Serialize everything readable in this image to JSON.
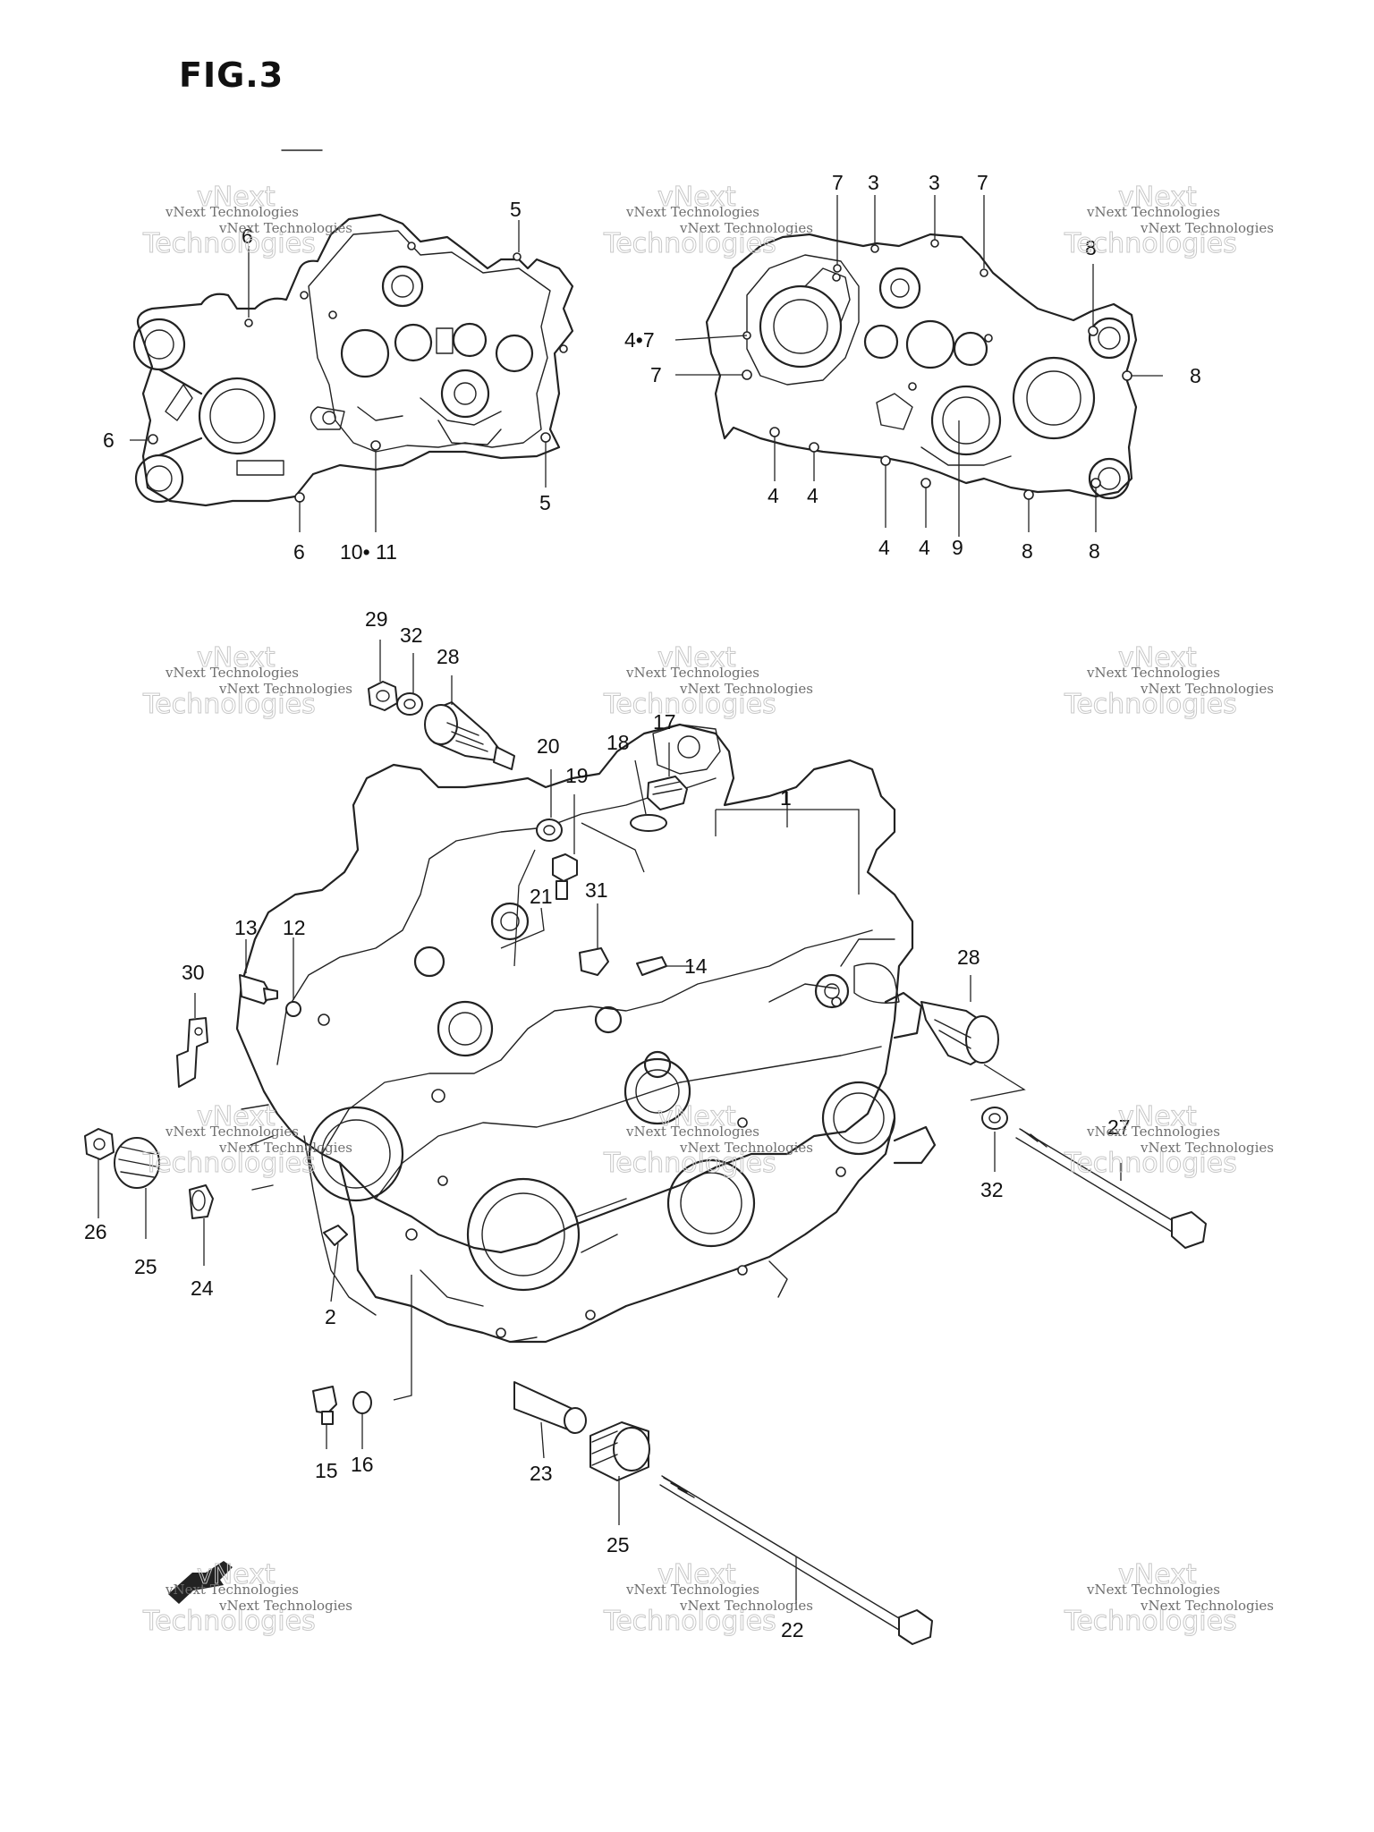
{
  "figure_title": "FIG.3",
  "watermark": {
    "line1": "vNext Technologies",
    "line2": "Technologies",
    "line3": "vNext"
  },
  "callouts": {
    "c1": "1",
    "c2": "2",
    "c3a": "3",
    "c3b": "3",
    "c4a": "4",
    "c4b": "4",
    "c4c": "4",
    "c4d": "4",
    "c47": "4•7",
    "c5a": "5",
    "c5b": "5",
    "c6a": "6",
    "c6b": "6",
    "c6c": "6",
    "c7a": "7",
    "c7b": "7",
    "c7c": "7",
    "c8a": "8",
    "c8b": "8",
    "c8c": "8",
    "c8d": "8",
    "c9": "9",
    "c1011": "10• 11",
    "c12": "12",
    "c13": "13",
    "c14": "14",
    "c15": "15",
    "c16": "16",
    "c17": "17",
    "c18": "18",
    "c19": "19",
    "c20": "20",
    "c21": "21",
    "c22": "22",
    "c23": "23",
    "c24": "24",
    "c25a": "25",
    "c25b": "25",
    "c26": "26",
    "c27": "27",
    "c28a": "28",
    "c28b": "28",
    "c29": "29",
    "c30": "30",
    "c31": "31",
    "c32a": "32",
    "c32b": "32"
  },
  "colors": {
    "ink": "#111111",
    "background": "#ffffff",
    "watermark": "#6f6f6f"
  }
}
